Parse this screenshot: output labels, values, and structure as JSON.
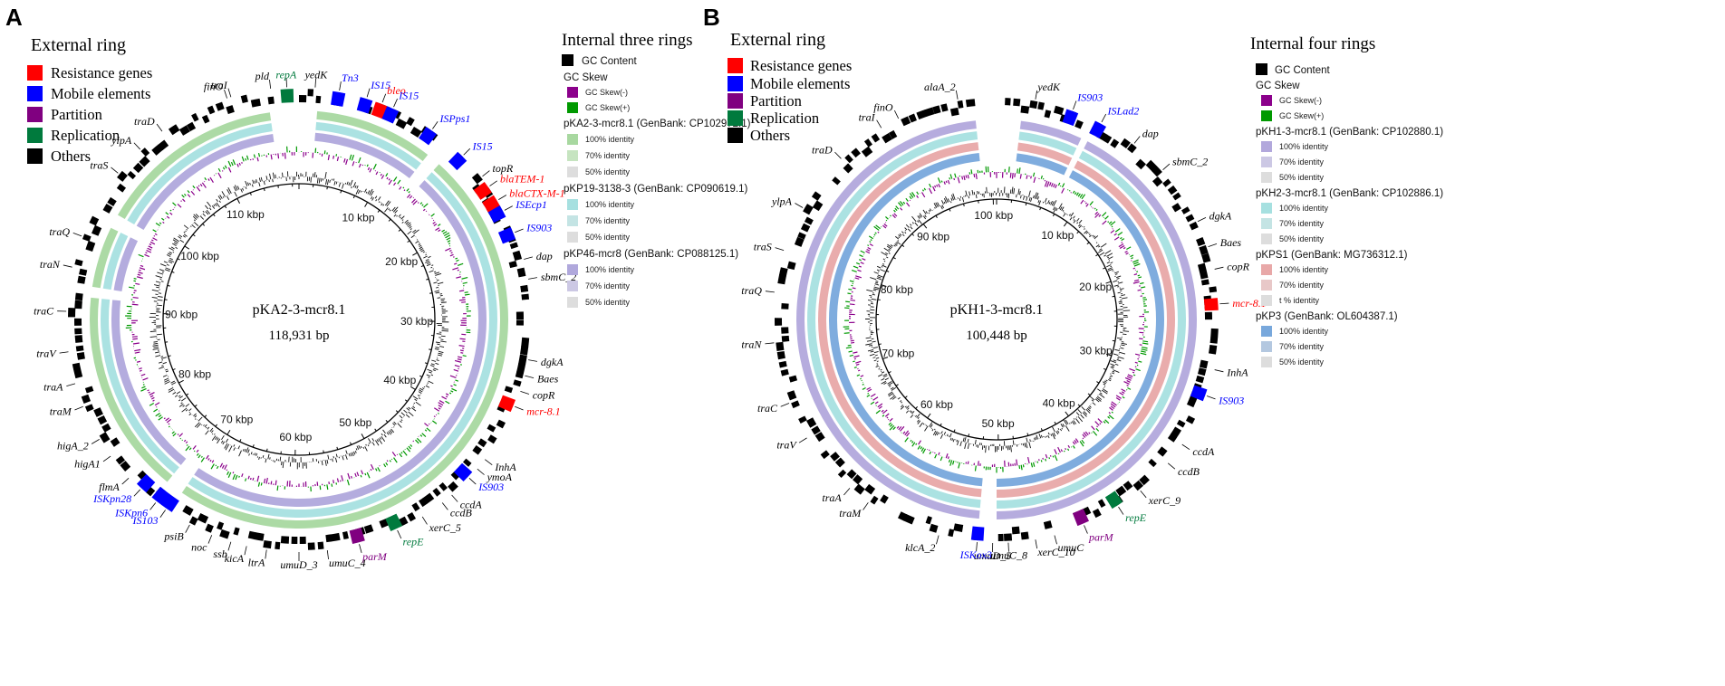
{
  "panels": [
    {
      "letter": "A",
      "external_title": "External ring",
      "external_items": [
        {
          "label": "Resistance genes",
          "color": "#ff0000"
        },
        {
          "label": "Mobile elements",
          "color": "#0000ff"
        },
        {
          "label": "Partition",
          "color": "#800080"
        },
        {
          "label": "Replication",
          "color": "#007a3d"
        },
        {
          "label": "Others",
          "color": "#000000"
        }
      ],
      "internal_title": "Internal three rings",
      "gc_content": "GC Content",
      "gc_skew": "GC Skew",
      "gc_skew_neg": "GC Skew(-)",
      "gc_skew_pos": "GC Skew(+)",
      "references": [
        {
          "name": "pKA2-3-mcr8.1 (GenBank: CP102972.1)",
          "color": "#a8d8a0",
          "levels": [
            "100% identity",
            "70% identity",
            "50% identity"
          ]
        },
        {
          "name": "pKP19-3138-3 (GenBank: CP090619.1)",
          "color": "#a6e0e0",
          "levels": [
            "100% identity",
            "70% identity",
            "50% identity"
          ]
        },
        {
          "name": "pKP46-mcr8 (GenBank: CP088125.1)",
          "color": "#b0a8dc",
          "levels": [
            "100% identity",
            "70% identity",
            "50% identity"
          ]
        }
      ],
      "plasmid_name": "pKA2-3-mcr8.1",
      "plasmid_size": "118,931 bp",
      "total_kbp": 118.931,
      "kbp_labels": [
        "10 kbp",
        "20 kbp",
        "30 kbp",
        "40 kbp",
        "50 kbp",
        "60 kbp",
        "70 kbp",
        "80 kbp",
        "90 kbp",
        "100 kbp",
        "110 kbp"
      ],
      "genes": [
        {
          "label": "finO",
          "kind": "other"
        },
        {
          "label": "pld",
          "kind": "other"
        },
        {
          "label": "repA",
          "kind": "replication"
        },
        {
          "label": "yedK",
          "kind": "other"
        },
        {
          "label": "Tn3",
          "kind": "mobile"
        },
        {
          "label": "IS15",
          "kind": "mobile"
        },
        {
          "label": "bleo",
          "kind": "resistance"
        },
        {
          "label": "IS15",
          "kind": "mobile"
        },
        {
          "label": "ISPps1",
          "kind": "mobile"
        },
        {
          "label": "IS15",
          "kind": "mobile"
        },
        {
          "label": "topR",
          "kind": "other"
        },
        {
          "label": "blaTEM-1",
          "kind": "resistance"
        },
        {
          "label": "blaCTX-M-1",
          "kind": "resistance"
        },
        {
          "label": "ISEcp1",
          "kind": "mobile"
        },
        {
          "label": "IS903",
          "kind": "mobile"
        },
        {
          "label": "dap",
          "kind": "other"
        },
        {
          "label": "sbmC_2",
          "kind": "other"
        },
        {
          "label": "dgkA",
          "kind": "other"
        },
        {
          "label": "Baes",
          "kind": "other"
        },
        {
          "label": "copR",
          "kind": "other"
        },
        {
          "label": "mcr-8.1",
          "kind": "resistance"
        },
        {
          "label": "InhA",
          "kind": "other"
        },
        {
          "label": "ymoA",
          "kind": "other"
        },
        {
          "label": "IS903",
          "kind": "mobile"
        },
        {
          "label": "ccdA",
          "kind": "other"
        },
        {
          "label": "ccdB",
          "kind": "other"
        },
        {
          "label": "xerC_5",
          "kind": "other"
        },
        {
          "label": "repE",
          "kind": "replication"
        },
        {
          "label": "parM",
          "kind": "partition"
        },
        {
          "label": "umuC_4",
          "kind": "other"
        },
        {
          "label": "umuD_3",
          "kind": "other"
        },
        {
          "label": "ltrA",
          "kind": "other"
        },
        {
          "label": "kicA",
          "kind": "other"
        },
        {
          "label": "ssb",
          "kind": "other"
        },
        {
          "label": "noc",
          "kind": "other"
        },
        {
          "label": "psiB",
          "kind": "other"
        },
        {
          "label": "IS103",
          "kind": "mobile"
        },
        {
          "label": "ISKpn6",
          "kind": "mobile"
        },
        {
          "label": "ISKpn28",
          "kind": "mobile"
        },
        {
          "label": "flmA",
          "kind": "other"
        },
        {
          "label": "higA1",
          "kind": "other"
        },
        {
          "label": "higA_2",
          "kind": "other"
        },
        {
          "label": "traM",
          "kind": "other"
        },
        {
          "label": "traA",
          "kind": "other"
        },
        {
          "label": "traV",
          "kind": "other"
        },
        {
          "label": "traC",
          "kind": "other"
        },
        {
          "label": "traN",
          "kind": "other"
        },
        {
          "label": "traQ",
          "kind": "other"
        },
        {
          "label": "traS",
          "kind": "other"
        },
        {
          "label": "ylpA",
          "kind": "other"
        },
        {
          "label": "traD",
          "kind": "other"
        },
        {
          "label": "traI",
          "kind": "other"
        }
      ]
    },
    {
      "letter": "B",
      "external_title": "External ring",
      "external_items": [
        {
          "label": "Resistance genes",
          "color": "#ff0000"
        },
        {
          "label": "Mobile elements",
          "color": "#0000ff"
        },
        {
          "label": "Partition",
          "color": "#800080"
        },
        {
          "label": "Replication",
          "color": "#007a3d"
        },
        {
          "label": "Others",
          "color": "#000000"
        }
      ],
      "internal_title": "Internal four rings",
      "gc_content": "GC Content",
      "gc_skew": "GC Skew",
      "gc_skew_neg": "GC Skew(-)",
      "gc_skew_pos": "GC Skew(+)",
      "references": [
        {
          "name": "pKH1-3-mcr8.1 (GenBank: CP102880.1)",
          "color": "#b2a8dc",
          "levels": [
            "100% identity",
            "70% identity",
            "50% identity"
          ]
        },
        {
          "name": "pKH2-3-mcr8.1 (GenBank: CP102886.1)",
          "color": "#a6e0e0",
          "levels": [
            "100% identity",
            "70% identity",
            "50% identity"
          ]
        },
        {
          "name": "pKPS1 (GenBank: MG736312.1)",
          "color": "#e8a8a8",
          "levels": [
            "100% identity",
            "70% identity",
            "t % identity"
          ]
        },
        {
          "name": "pKP3 (GenBank: OL604387.1)",
          "color": "#78a8dc",
          "levels": [
            "100% identity",
            "70% identity",
            "50% identity"
          ]
        }
      ],
      "plasmid_name": "pKH1-3-mcr8.1",
      "plasmid_size": "100,448 bp",
      "total_kbp": 100.448,
      "kbp_labels": [
        "10 kbp",
        "20 kbp",
        "30 kbp",
        "40 kbp",
        "50 kbp",
        "60 kbp",
        "70 kbp",
        "80 kbp",
        "90 kbp",
        "100 kbp"
      ],
      "genes": [
        {
          "label": "finO",
          "kind": "other"
        },
        {
          "label": "alaA_2",
          "kind": "other"
        },
        {
          "label": "yedK",
          "kind": "other"
        },
        {
          "label": "IS903",
          "kind": "mobile"
        },
        {
          "label": "ISLad2",
          "kind": "mobile"
        },
        {
          "label": "dap",
          "kind": "other"
        },
        {
          "label": "sbmC_2",
          "kind": "other"
        },
        {
          "label": "dgkA",
          "kind": "other"
        },
        {
          "label": "Baes",
          "kind": "other"
        },
        {
          "label": "copR",
          "kind": "other"
        },
        {
          "label": "mcr-8.1",
          "kind": "resistance"
        },
        {
          "label": "InhA",
          "kind": "other"
        },
        {
          "label": "IS903",
          "kind": "mobile"
        },
        {
          "label": "ccdA",
          "kind": "other"
        },
        {
          "label": "ccdB",
          "kind": "other"
        },
        {
          "label": "xerC_9",
          "kind": "other"
        },
        {
          "label": "repE",
          "kind": "replication"
        },
        {
          "label": "parM",
          "kind": "partition"
        },
        {
          "label": "umuC",
          "kind": "other"
        },
        {
          "label": "xerC_10",
          "kind": "other"
        },
        {
          "label": "umuC_8",
          "kind": "other"
        },
        {
          "label": "umuD_5",
          "kind": "other"
        },
        {
          "label": "ISKox3",
          "kind": "mobile"
        },
        {
          "label": "klcA_2",
          "kind": "other"
        },
        {
          "label": "traM",
          "kind": "other"
        },
        {
          "label": "traA",
          "kind": "other"
        },
        {
          "label": "traV",
          "kind": "other"
        },
        {
          "label": "traC",
          "kind": "other"
        },
        {
          "label": "traN",
          "kind": "other"
        },
        {
          "label": "traQ",
          "kind": "other"
        },
        {
          "label": "traS",
          "kind": "other"
        },
        {
          "label": "ylpA",
          "kind": "other"
        },
        {
          "label": "traD",
          "kind": "other"
        },
        {
          "label": "traI",
          "kind": "other"
        }
      ]
    }
  ],
  "colors": {
    "resistance": "#ff0000",
    "mobile": "#0000ff",
    "partition": "#800080",
    "replication": "#007a3d",
    "other": "#000000",
    "gc_content": "#000000",
    "gc_skew_neg": "#8b008b",
    "gc_skew_pos": "#009900"
  }
}
